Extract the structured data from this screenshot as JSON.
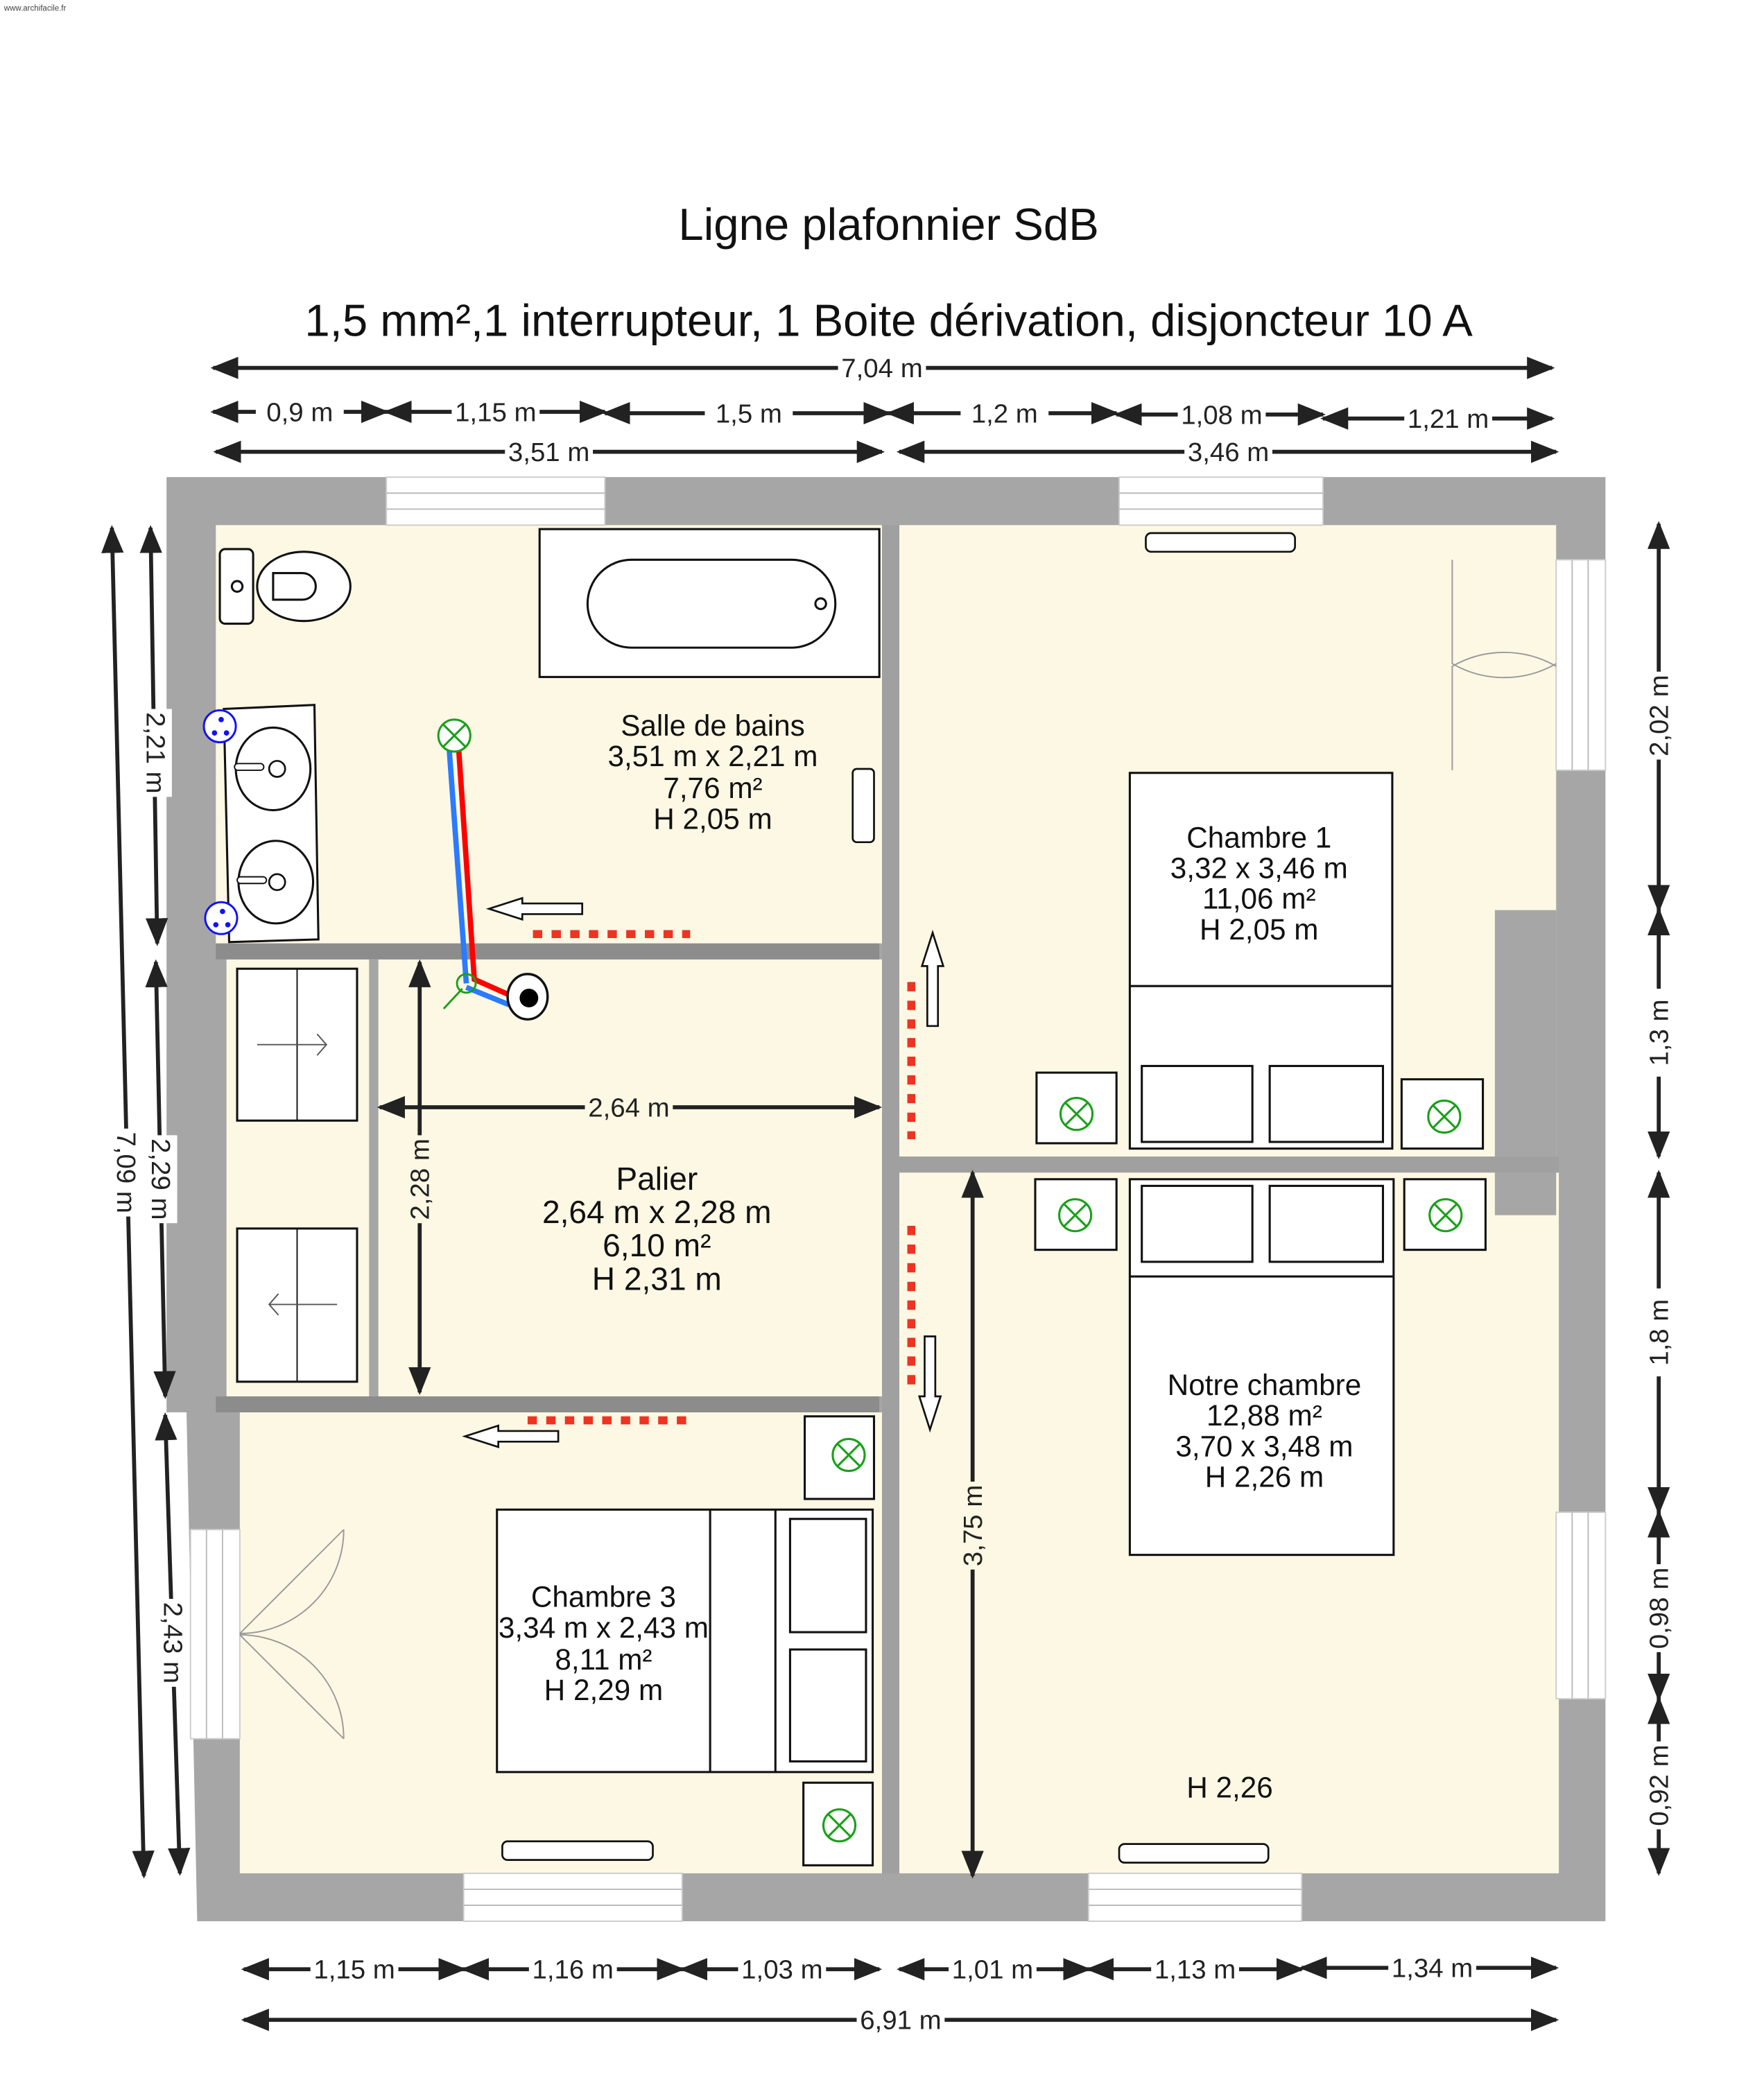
{
  "watermark": "www.archifacile.fr",
  "title": "Ligne plafonnier SdB",
  "subtitle": "1,5 mm²,1 interrupteur, 1 Boite dérivation, disjoncteur 10 A",
  "colors": {
    "floor": "#fdf8e4",
    "wall": "#a6a6a6",
    "inner_wall": "#8c8c8c",
    "phase": "#ff0000",
    "neutral": "#2a7bff",
    "lamp": "#1aa01a",
    "socket": "#1010ff",
    "dashed": "#ee3322"
  },
  "dims": {
    "top": {
      "total": "7,04 m",
      "a": "0,9 m",
      "b": "1,15 m",
      "c": "1,5 m",
      "d": "1,2 m",
      "e": "1,08 m",
      "f": "1,21 m",
      "left_room": "3,51 m",
      "right_room": "3,46 m"
    },
    "left": {
      "total": "7,09 m",
      "a": "2,21 m",
      "b": "2,29 m",
      "c": "2,43 m"
    },
    "right": {
      "a": "2,02 m",
      "b": "1,3 m",
      "c": "1,8 m",
      "d": "0,98 m",
      "e": "0,92 m"
    },
    "bottom": {
      "a": "1,15 m",
      "b": "1,16 m",
      "c": "1,03 m",
      "d": "1,01 m",
      "e": "1,13 m",
      "f": "1,34 m",
      "total": "6,91 m"
    },
    "inner": {
      "palier_w": "2,64 m",
      "palier_h": "2,28 m",
      "notre_h": "3,75 m"
    }
  },
  "rooms": {
    "sdb": [
      "Salle de bains",
      "3,51 m x 2,21 m",
      "7,76 m²",
      "H 2,05 m"
    ],
    "chambre1": [
      "Chambre 1",
      "3,32 x 3,46 m",
      "11,06 m²",
      "H 2,05 m"
    ],
    "palier": [
      "Palier",
      "2,64 m x 2,28 m",
      "6,10 m²",
      "H 2,31 m"
    ],
    "notre": [
      "Notre chambre",
      "12,88 m²",
      "3,70 x 3,48 m",
      "H 2,26 m"
    ],
    "chambre3": [
      "Chambre 3",
      "3,34 m x 2,43 m",
      "8,11 m²",
      "H 2,29 m"
    ],
    "notre_extra": "H 2,26"
  }
}
